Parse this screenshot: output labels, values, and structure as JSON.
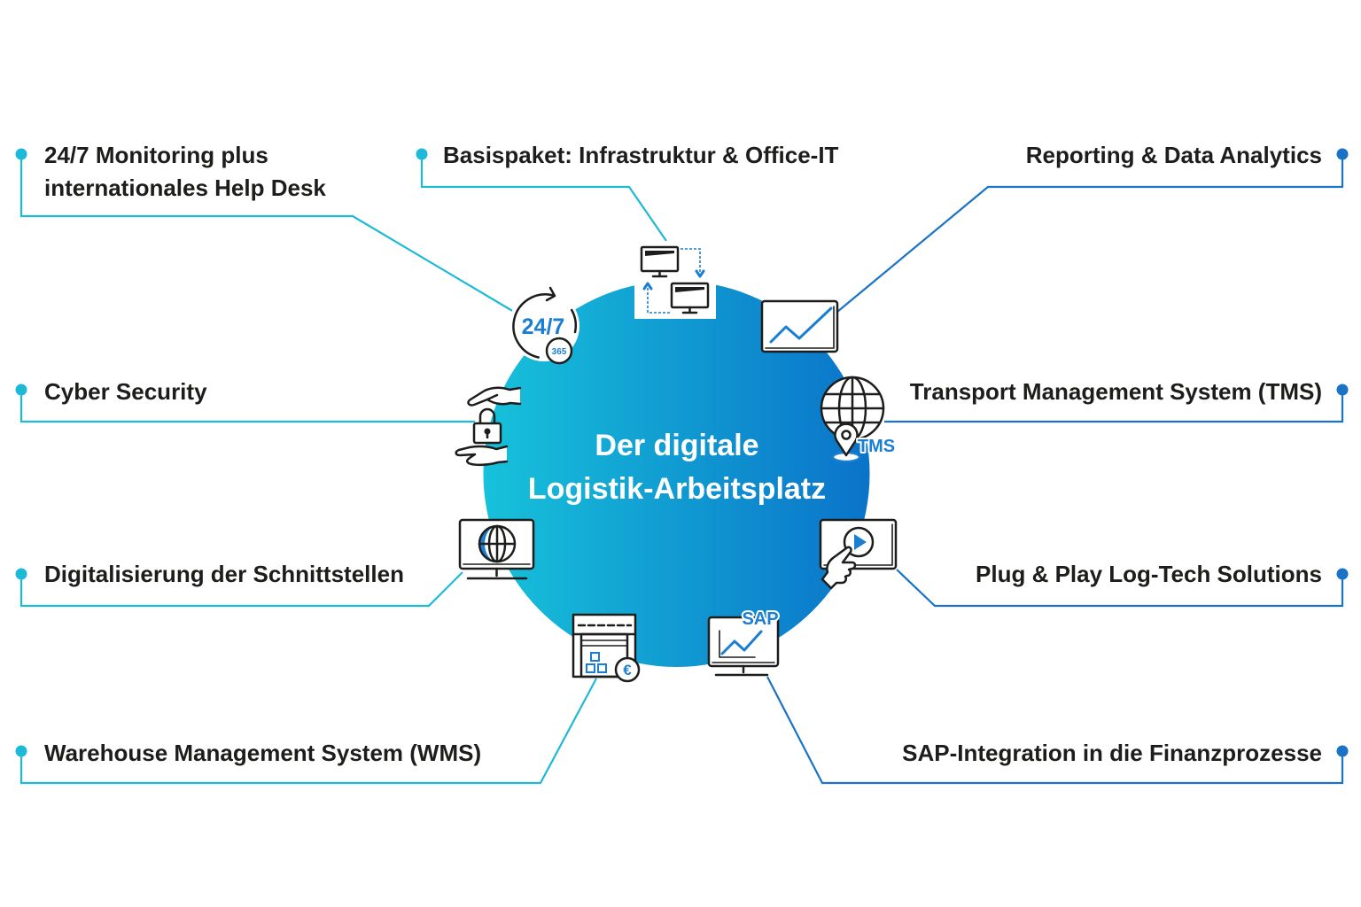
{
  "center": {
    "line1": "Der digitale",
    "line2": "Logistik-Arbeitsplatz"
  },
  "colors": {
    "left_connector": "#1db9d7",
    "right_connector": "#1a73c6",
    "circle_gradient_start": "#17c2da",
    "circle_gradient_end": "#0a73c9",
    "icon_accent": "#1a7ed2",
    "label_text": "#1d1d1b",
    "center_text": "#ffffff"
  },
  "nodes": {
    "monitoring": {
      "line1": "24/7 Monitoring plus",
      "line2": "internationales Help Desk",
      "icon": "24-7-support-icon",
      "icon_label": "24/7",
      "icon_badge": "365"
    },
    "basispaket": {
      "label": "Basispaket: Infrastruktur & Office-IT",
      "icon": "monitors-sync-icon"
    },
    "reporting": {
      "label": "Reporting & Data Analytics",
      "icon": "line-chart-icon"
    },
    "cyber_security": {
      "label": "Cyber Security",
      "icon": "padlock-hands-icon"
    },
    "tms": {
      "label": "Transport Management System (TMS)",
      "icon": "globe-location-pin-icon",
      "icon_label": "TMS"
    },
    "schnittstellen": {
      "label": "Digitalisierung der Schnittstellen",
      "icon": "monitor-globe-icon"
    },
    "plug_play": {
      "label": "Plug & Play Log-Tech Solutions",
      "icon": "touch-play-icon"
    },
    "wms": {
      "label": "Warehouse Management System (WMS)",
      "icon": "warehouse-euro-icon",
      "icon_label": "€"
    },
    "sap": {
      "label": "SAP-Integration in die Finanzprozesse",
      "icon": "sap-monitor-chart-icon",
      "icon_label": "SAP"
    }
  }
}
